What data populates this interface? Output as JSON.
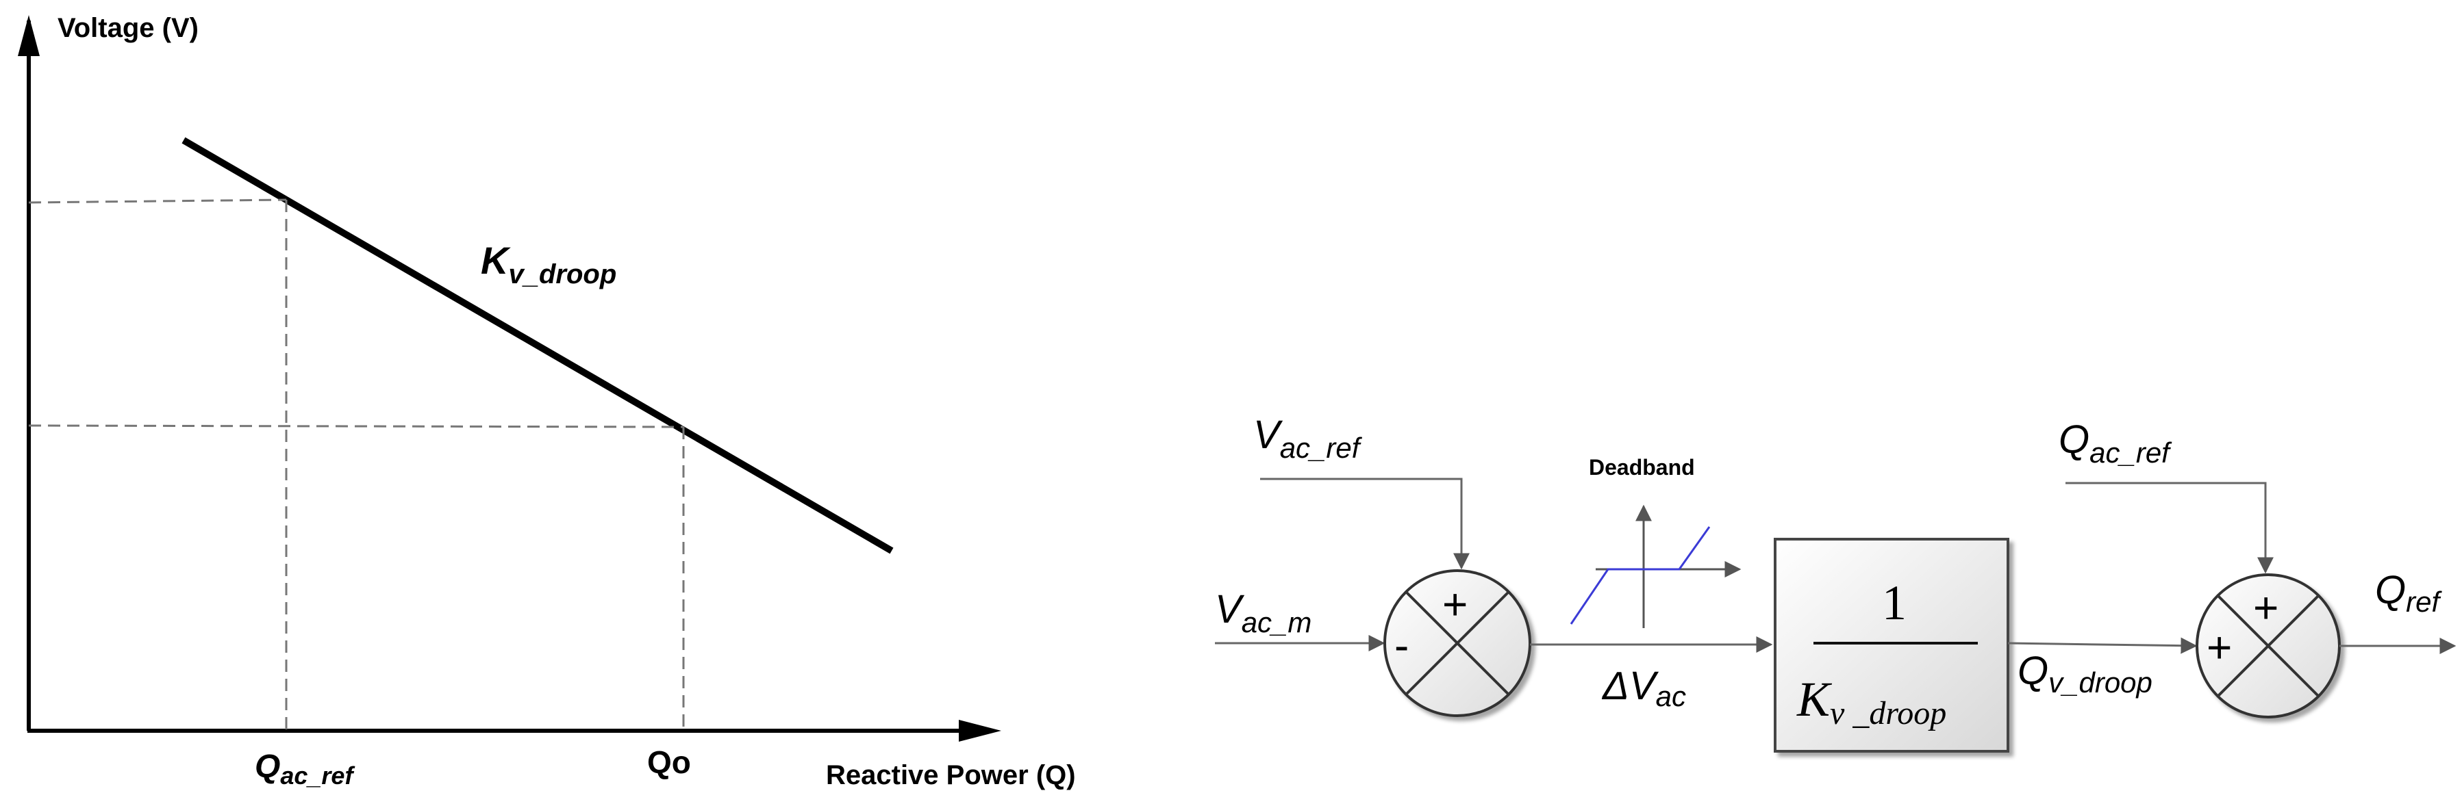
{
  "droop_plot": {
    "y_axis_label": "Voltage (V)",
    "x_axis_label": "Reactive Power (Q)",
    "line_label_main": "K",
    "line_label_sub": "v_droop",
    "tick_q_ref_main": "Q",
    "tick_q_ref_sub": "ac_ref",
    "tick_qo": "Qo"
  },
  "block_diagram": {
    "input_v_ref_main": "V",
    "input_v_ref_sub": "ac_ref",
    "input_v_m_main": "V",
    "input_v_m_sub": "ac_m",
    "sum1_plus": "+",
    "sum1_minus": "-",
    "deadband_label": "Deadband",
    "delta_v_main": "ΔV",
    "delta_v_sub": "ac",
    "gain_numerator": "1",
    "gain_denominator_main": "K",
    "gain_denominator_sub": "v _droop",
    "q_v_droop_main": "Q",
    "q_v_droop_sub": "v_droop",
    "input_q_ref_main": "Q",
    "input_q_ref_sub": "ac_ref",
    "sum2_plus_top": "+",
    "sum2_plus_left": "+",
    "output_main": "Q",
    "output_sub": "ref"
  },
  "colors": {
    "line": "#000000",
    "dashed": "#777777",
    "connector": "#666666",
    "deadband": "#3b3bd6"
  }
}
